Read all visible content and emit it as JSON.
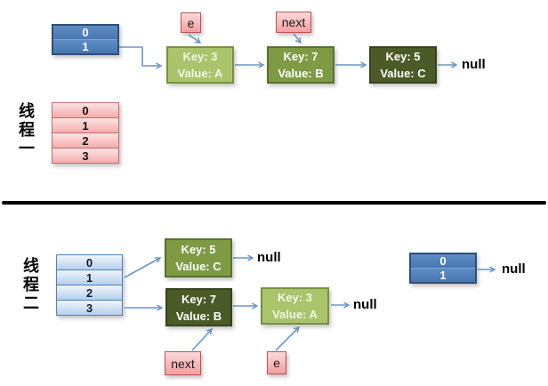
{
  "colors": {
    "arrow": "#6a96c8",
    "steel_blue_fill": "#4e81bd",
    "steel_blue_border": "#2e4e79",
    "pink_border": "#c96a6a",
    "light_blue_border": "#4e81bd",
    "green_light": "#a9c46b",
    "green_medium": "#7e9b44",
    "green_dark": "#4a5b27",
    "divider": "#000000"
  },
  "thread1": {
    "label": "线程一",
    "bucket": {
      "rows": [
        "0",
        "1"
      ]
    },
    "table": {
      "rows": [
        "0",
        "1",
        "2",
        "3"
      ]
    },
    "e_tag": "e",
    "next_tag": "next",
    "nodes": [
      {
        "key": "Key: 3",
        "value": "Value: A",
        "shade": "light"
      },
      {
        "key": "Key: 7",
        "value": "Value: B",
        "shade": "medium"
      },
      {
        "key": "Key: 5",
        "value": "Value: C",
        "shade": "dark"
      }
    ],
    "null_label": "null"
  },
  "thread2": {
    "label": "线程二",
    "table": {
      "rows": [
        "0",
        "1",
        "2",
        "3"
      ]
    },
    "nodes": [
      {
        "key": "Key: 5",
        "value": "Value: C",
        "shade": "medium"
      },
      {
        "key": "Key: 7",
        "value": "Value: B",
        "shade": "dark"
      },
      {
        "key": "Key: 3",
        "value": "Value: A",
        "shade": "light"
      }
    ],
    "null_after_key5": "null",
    "null_after_key3": "null",
    "null_after_bucket": "null",
    "next_tag": "next",
    "e_tag": "e",
    "bucket": {
      "rows": [
        "0",
        "1"
      ]
    }
  }
}
